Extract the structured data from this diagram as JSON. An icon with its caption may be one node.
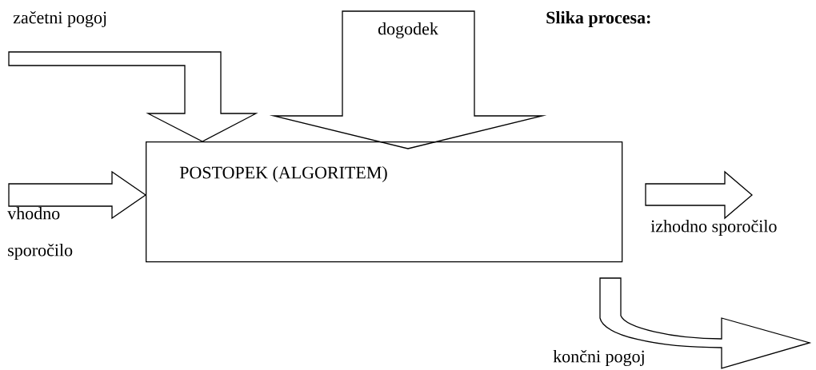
{
  "diagram": {
    "title": "Slika procesa:",
    "nodes": [
      {
        "text": [
          "začetni pogoj"
        ]
      },
      {
        "text": [
          "dogodek"
        ]
      },
      {
        "text": [
          "POSTOPEK (ALGORITEM)"
        ]
      },
      {
        "text": [
          "vhodno sporočilo"
        ]
      },
      {
        "text": [
          "izhodno sporočilo"
        ]
      },
      {
        "text": [
          "končni pogoj"
        ]
      }
    ],
    "edges": [
      {
        "from": 0,
        "to": 2,
        "arrow": "to"
      },
      {
        "from": 1,
        "to": 2,
        "arrow": "to"
      },
      {
        "from": 3,
        "to": 2,
        "arrow": "to"
      },
      {
        "from": 2,
        "to": 4,
        "arrow": "to"
      },
      {
        "from": 2,
        "to": 5,
        "arrow": "to"
      }
    ]
  }
}
